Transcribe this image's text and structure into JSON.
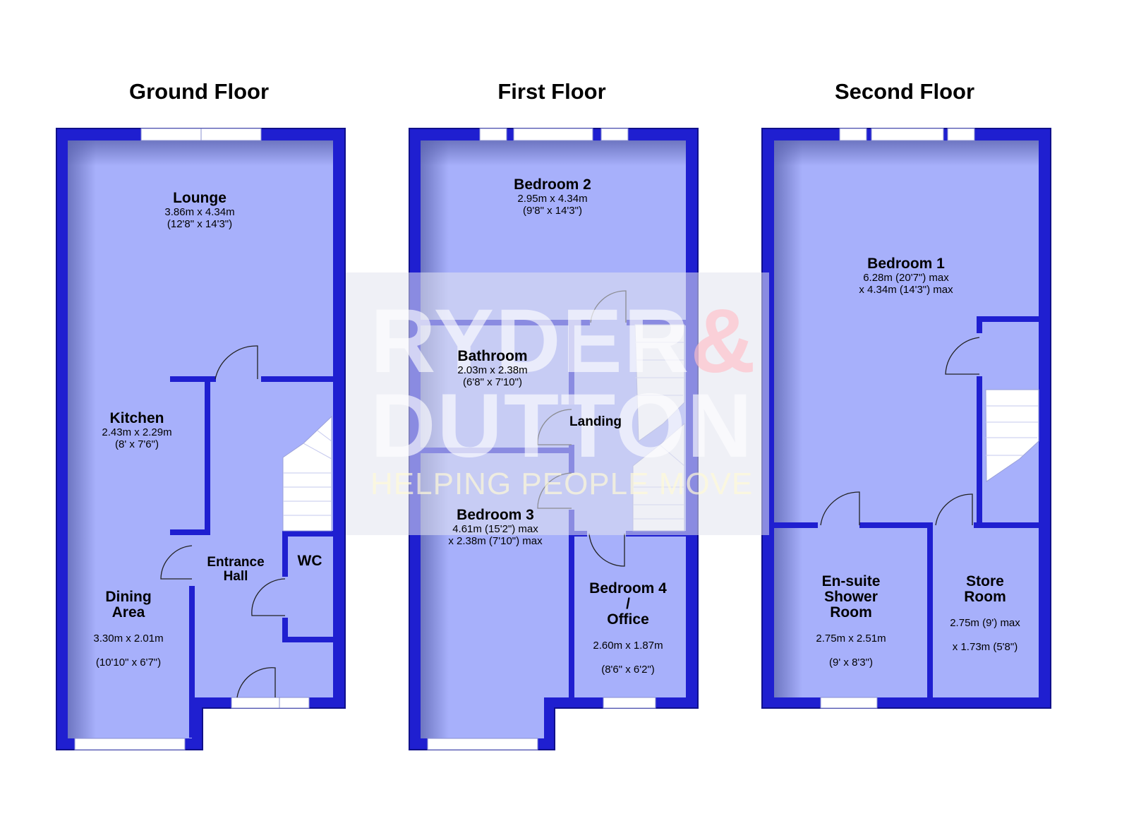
{
  "colors": {
    "wall": "#1f1fd0",
    "wall_edge": "#10108a",
    "floor": "#a7b0fb",
    "floor_shadow": "#6870b8",
    "stairs": "#ffffff",
    "window": "#ffffff"
  },
  "watermark": {
    "line1_a": "RYDER",
    "line1_amp": "&",
    "line2": "DUTTON",
    "line3": "HELPING PEOPLE MOVE"
  },
  "floors": [
    {
      "title": "Ground Floor",
      "rooms": [
        {
          "name": "Lounge",
          "dims": [
            "3.86m x 4.34m",
            "(12'8\" x 14'3\")"
          ]
        },
        {
          "name": "Kitchen",
          "dims": [
            "2.43m x 2.29m",
            "(8' x 7'6\")"
          ]
        },
        {
          "name": "Entrance\nHall",
          "dims": []
        },
        {
          "name": "WC",
          "dims": []
        },
        {
          "name": "Dining\nArea",
          "dims": [
            "3.30m x 2.01m",
            "(10'10\" x 6'7\")"
          ]
        }
      ]
    },
    {
      "title": "First Floor",
      "rooms": [
        {
          "name": "Bedroom 2",
          "dims": [
            "2.95m x 4.34m",
            "(9'8\" x 14'3\")"
          ]
        },
        {
          "name": "Bathroom",
          "dims": [
            "2.03m x 2.38m",
            "(6'8\" x 7'10\")"
          ]
        },
        {
          "name": "Landing",
          "dims": []
        },
        {
          "name": "Bedroom 3",
          "dims": [
            "4.61m (15'2\") max",
            "x 2.38m (7'10\") max"
          ]
        },
        {
          "name": "Bedroom 4\n/\nOffice",
          "dims": [
            "2.60m x 1.87m",
            "(8'6\" x 6'2\")"
          ]
        }
      ]
    },
    {
      "title": "Second Floor",
      "rooms": [
        {
          "name": "Bedroom 1",
          "dims": [
            "6.28m (20'7\") max",
            "x 4.34m (14'3\") max"
          ]
        },
        {
          "name": "En-suite\nShower\nRoom",
          "dims": [
            "2.75m x 2.51m",
            "(9' x 8'3\")"
          ]
        },
        {
          "name": "Store\nRoom",
          "dims": [
            "2.75m (9') max",
            "x 1.73m (5'8\")"
          ]
        }
      ]
    }
  ]
}
